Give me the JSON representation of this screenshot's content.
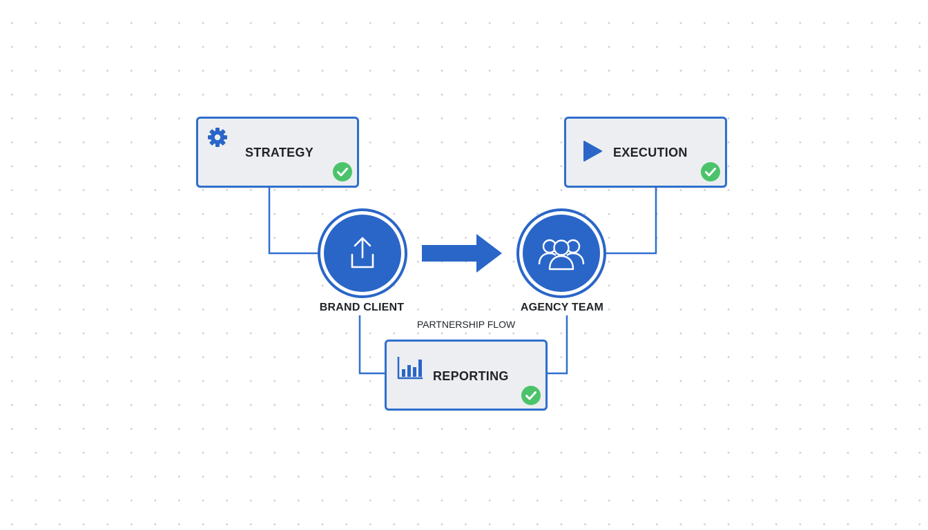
{
  "stages": {
    "strategy": {
      "label": "STRATEGY",
      "icon": "gear-icon",
      "status": "check-icon"
    },
    "execution": {
      "label": "EXECUTION",
      "icon": "play-icon",
      "status": "check-icon"
    },
    "reporting": {
      "label": "REPORTING",
      "icon": "bar-chart-icon",
      "status": "check-icon"
    }
  },
  "nodes": {
    "brand_client": {
      "label": "BRAND CLIENT",
      "icon": "upload-icon"
    },
    "agency_team": {
      "label": "AGENCY TEAM",
      "icon": "users-icon"
    }
  },
  "flow_label": "PARTNERSHIP FLOW",
  "colors": {
    "accent": "#2a66c8",
    "card_fill": "#eceef1",
    "check": "#4cc36a",
    "text": "#1f2328"
  }
}
